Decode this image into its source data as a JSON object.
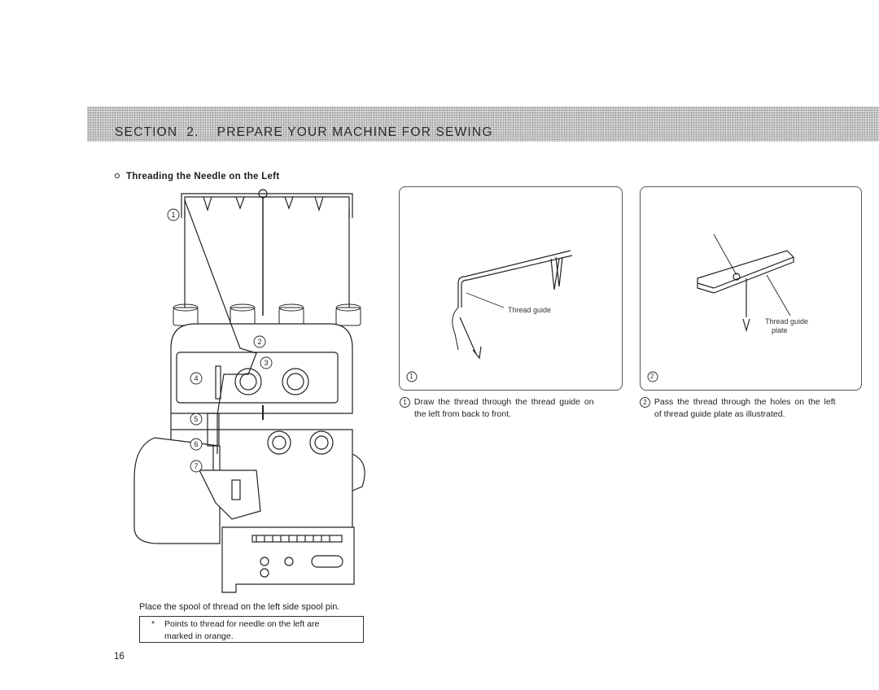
{
  "header": {
    "section_title": "SECTION  2.    PREPARE YOUR MACHINE FOR SEWING"
  },
  "subheading": "Threading the Needle on the Left",
  "main_figure": {
    "callouts": [
      "1",
      "2",
      "3",
      "4",
      "5",
      "6",
      "7"
    ]
  },
  "figures": [
    {
      "number": "1",
      "callout_label": "Thread guide",
      "caption_line1": "Draw the thread through the thread guide on",
      "caption_line2": "the left from back to front."
    },
    {
      "number": "2",
      "callout_label_line1": "Thread guide",
      "callout_label_line2": "plate",
      "caption_line1": "Pass the thread through the holes on the left",
      "caption_line2": "of thread guide plate as illustrated."
    }
  ],
  "instruction": "Place the spool of thread on the left side spool pin.",
  "note": {
    "marker": "*",
    "line1": "Points to thread for needle on the left are",
    "line2": "marked in orange."
  },
  "page_number": "16"
}
